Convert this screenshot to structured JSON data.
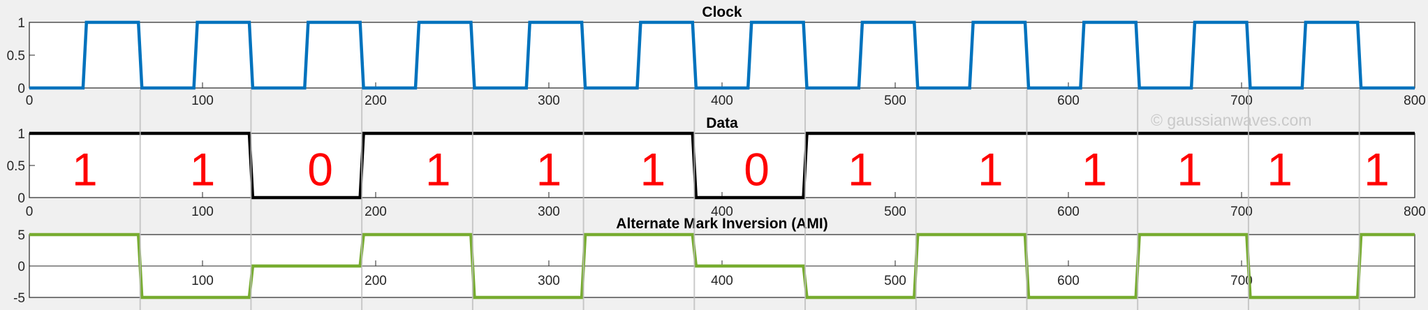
{
  "chart_data": [
    {
      "type": "line",
      "title": "Clock",
      "xlim": [
        0,
        800
      ],
      "ylim": [
        0,
        1
      ],
      "xticks": [
        "0",
        "100",
        "200",
        "300",
        "400",
        "500",
        "600",
        "700",
        "800"
      ],
      "yticks": [
        "0",
        "0.5",
        "1"
      ],
      "color": "#0072bd",
      "series": [
        {
          "x": [
            0,
            31,
            33,
            63,
            65,
            95,
            97,
            127,
            129,
            159,
            161,
            191,
            193,
            223,
            225,
            255,
            257,
            287,
            289,
            319,
            321,
            351,
            353,
            383,
            385,
            415,
            417,
            447,
            449,
            479,
            481,
            511,
            513,
            543,
            545,
            575,
            577,
            607,
            609,
            639,
            641,
            671,
            673,
            703,
            705,
            735,
            737,
            767,
            769,
            800
          ],
          "y": [
            0,
            0,
            1,
            1,
            0,
            0,
            1,
            1,
            0,
            0,
            1,
            1,
            0,
            0,
            1,
            1,
            0,
            0,
            1,
            1,
            0,
            0,
            1,
            1,
            0,
            0,
            1,
            1,
            0,
            0,
            1,
            1,
            0,
            0,
            1,
            1,
            0,
            0,
            1,
            1,
            0,
            0,
            1,
            1,
            0,
            0,
            1,
            1,
            0,
            0
          ]
        }
      ]
    },
    {
      "type": "line",
      "title": "Data",
      "xlim": [
        0,
        800
      ],
      "ylim": [
        0,
        1
      ],
      "xticks": [
        "0",
        "100",
        "200",
        "300",
        "400",
        "500",
        "600",
        "700",
        "800"
      ],
      "yticks": [
        "0",
        "0.5",
        "1"
      ],
      "color": "#000000",
      "series": [
        {
          "x": [
            0,
            127,
            129,
            191,
            193,
            383,
            385,
            447,
            449,
            800
          ],
          "y": [
            1,
            1,
            0,
            0,
            1,
            1,
            0,
            0,
            1,
            1
          ]
        }
      ],
      "annotations": [
        {
          "text": "1",
          "x": 32,
          "y": 0.45
        },
        {
          "text": "1",
          "x": 100,
          "y": 0.45
        },
        {
          "text": "0",
          "x": 168,
          "y": 0.45
        },
        {
          "text": "1",
          "x": 236,
          "y": 0.45
        },
        {
          "text": "1",
          "x": 300,
          "y": 0.45
        },
        {
          "text": "1",
          "x": 360,
          "y": 0.45
        },
        {
          "text": "0",
          "x": 420,
          "y": 0.45
        },
        {
          "text": "1",
          "x": 480,
          "y": 0.45
        },
        {
          "text": "1",
          "x": 555,
          "y": 0.45
        },
        {
          "text": "1",
          "x": 615,
          "y": 0.45
        },
        {
          "text": "1",
          "x": 670,
          "y": 0.45
        },
        {
          "text": "1",
          "x": 722,
          "y": 0.45
        },
        {
          "text": "1",
          "x": 778,
          "y": 0.45
        }
      ]
    },
    {
      "type": "line",
      "title": "Alternate Mark Inversion (AMI)",
      "xlim": [
        0,
        800
      ],
      "ylim": [
        -5,
        5
      ],
      "xticks": [
        "100",
        "200",
        "300",
        "400",
        "500",
        "600",
        "700"
      ],
      "yticks": [
        "-5",
        "0",
        "5"
      ],
      "color": "#77ac30",
      "series": [
        {
          "x": [
            0,
            63,
            65,
            127,
            129,
            191,
            193,
            255,
            257,
            319,
            321,
            383,
            385,
            447,
            449,
            511,
            513,
            575,
            577,
            639,
            641,
            703,
            705,
            767,
            769,
            800
          ],
          "y": [
            5,
            5,
            -5,
            -5,
            0,
            0,
            5,
            5,
            -5,
            -5,
            5,
            5,
            0,
            0,
            -5,
            -5,
            5,
            5,
            -5,
            -5,
            5,
            5,
            -5,
            -5,
            5,
            5
          ]
        }
      ]
    }
  ],
  "watermark": "© gaussianwaves.com"
}
